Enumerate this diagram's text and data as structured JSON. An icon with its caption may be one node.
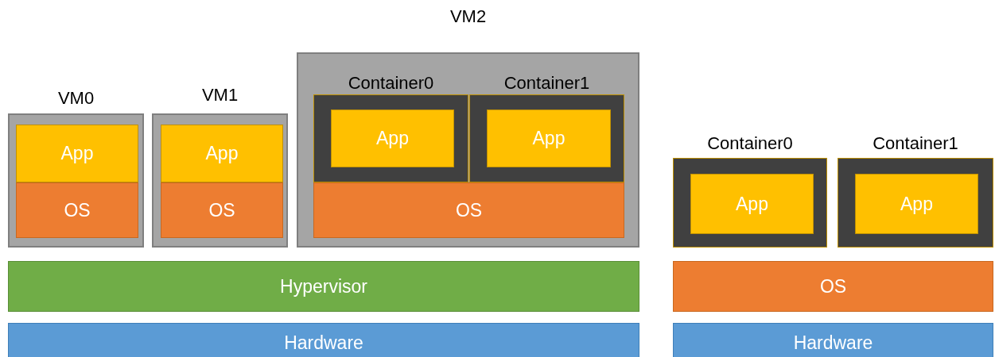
{
  "diagram": {
    "nodes": [
      {
        "text": [
          "VM0"
        ]
      },
      {
        "text": [
          "App"
        ],
        "in": 0
      },
      {
        "text": [
          "OS"
        ],
        "in": 0
      },
      {
        "text": [
          "VM1"
        ]
      },
      {
        "text": [
          "App"
        ],
        "in": 3
      },
      {
        "text": [
          "OS"
        ],
        "in": 3
      },
      {
        "text": [
          "VM2"
        ]
      },
      {
        "text": [
          "Container0"
        ],
        "in": 6
      },
      {
        "text": [
          "App"
        ],
        "in": 7
      },
      {
        "text": [
          "Container1"
        ],
        "in": 6
      },
      {
        "text": [
          "App"
        ],
        "in": 9
      },
      {
        "text": [
          "OS"
        ],
        "in": 6
      },
      {
        "text": [
          "Hypervisor"
        ]
      },
      {
        "text": [
          "Hardware"
        ]
      },
      {
        "text": [
          "Container0"
        ]
      },
      {
        "text": [
          "App"
        ],
        "in": 14
      },
      {
        "text": [
          "Container1"
        ]
      },
      {
        "text": [
          "App"
        ],
        "in": 16
      },
      {
        "text": [
          "OS"
        ]
      },
      {
        "text": [
          "Hardware"
        ]
      }
    ]
  }
}
